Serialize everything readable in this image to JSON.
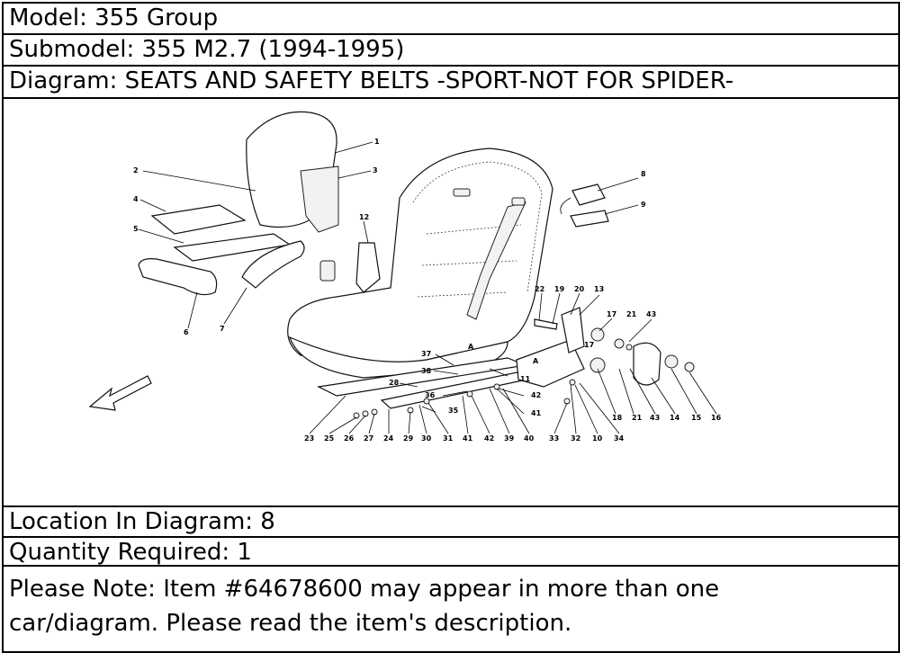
{
  "header": {
    "model": "Model: 355 Group",
    "submodel": "Submodel: 355 M2.7 (1994-1995)",
    "diagram": "Diagram: SEATS AND SAFETY BELTS -SPORT-NOT FOR SPIDER-"
  },
  "diagram": {
    "callouts": [
      "1",
      "2",
      "3",
      "4",
      "5",
      "6",
      "7",
      "8",
      "9",
      "12",
      "22",
      "19",
      "20",
      "13",
      "17",
      "21",
      "43",
      "17",
      "37",
      "A",
      "A",
      "38",
      "28",
      "11",
      "36",
      "42",
      "35",
      "41",
      "18",
      "21",
      "43",
      "14",
      "15",
      "16",
      "23",
      "25",
      "26",
      "27",
      "24",
      "29",
      "30",
      "31",
      "41",
      "42",
      "39",
      "40",
      "33",
      "32",
      "10",
      "34"
    ]
  },
  "info": {
    "location": "Location In Diagram: 8",
    "quantity": "Quantity Required: 1",
    "note_line1": "Please Note: Item #64678600 may appear in more than one",
    "note_line2": "car/diagram. Please read the item's description."
  }
}
